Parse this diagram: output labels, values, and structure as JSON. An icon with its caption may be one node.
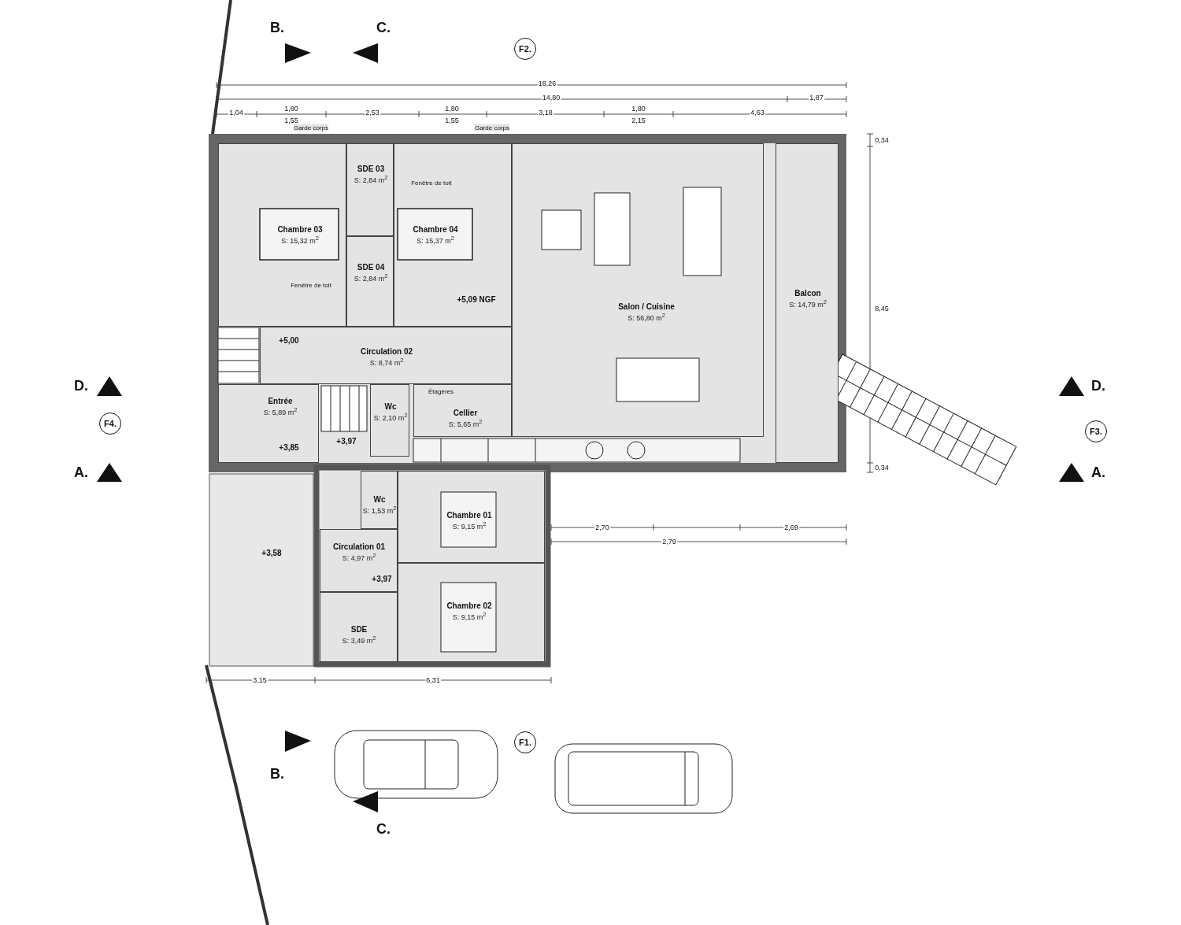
{
  "diagram": {
    "nodes": [
      {
        "text": [
          "SDE 03",
          "S: 2,84 m$^{2}$"
        ]
      },
      {
        "text": [
          "Chambre 03",
          "S: 15,32 m$^{2}$"
        ]
      },
      {
        "text": [
          "Chambre 04",
          "S: 15,37 m$^{2}$"
        ]
      },
      {
        "text": [
          "SDE 04",
          "S: 2,84 m$^{2}$"
        ]
      },
      {
        "text": [
          "Salon / Cuisine",
          "S: 56,80 m$^{2}$"
        ]
      },
      {
        "text": [
          "Balcon",
          "S: 14,79 m$^{2}$"
        ]
      },
      {
        "text": [
          "Circulation 02",
          "S: 8,74 m$^{2}$"
        ]
      },
      {
        "text": [
          "Entrée",
          "S: 5,89 m$^{2}$"
        ]
      },
      {
        "text": [
          "Wc",
          "S: 2,10 m$^{2}$"
        ]
      },
      {
        "text": [
          "Cellier",
          "S: 5,65 m$^{2}$"
        ]
      },
      {
        "text": [
          "Wc",
          "S: 1,53 m$^{2}$"
        ]
      },
      {
        "text": [
          "Chambre 01",
          "S: 9,15 m$^{2}$"
        ]
      },
      {
        "text": [
          "Circulation 01",
          "S: 4,97 m$^{2}$"
        ]
      },
      {
        "text": [
          "Chambre 02",
          "S: 9,15 m$^{2}$"
        ]
      },
      {
        "text": [
          "SDE",
          "S: 3,49 m$^{2}$"
        ]
      }
    ],
    "labels": [
      "B.",
      "C.",
      "F2.",
      "18,26",
      "14,80",
      "1,87",
      "1,04",
      "1,80",
      "1,55",
      "2,53",
      "1,80",
      "1,55",
      "3,18",
      "1,80",
      "2,15",
      "4,63",
      "Garde corps",
      "Garde corps",
      "0,34",
      "Fenêtre de toit",
      "Fenêtre de toit",
      "+5,09 NGF",
      "8,45",
      "+5,00",
      "D.",
      "D.",
      "Étagères",
      "F4.",
      "F3.",
      "+3,85",
      "+3,97",
      "A.",
      "A.",
      "0,34",
      "2,70",
      "2,69",
      "2,79",
      "+3,58",
      "+3,97",
      "3,15",
      "6,31",
      "F1.",
      "B.",
      "C."
    ]
  }
}
